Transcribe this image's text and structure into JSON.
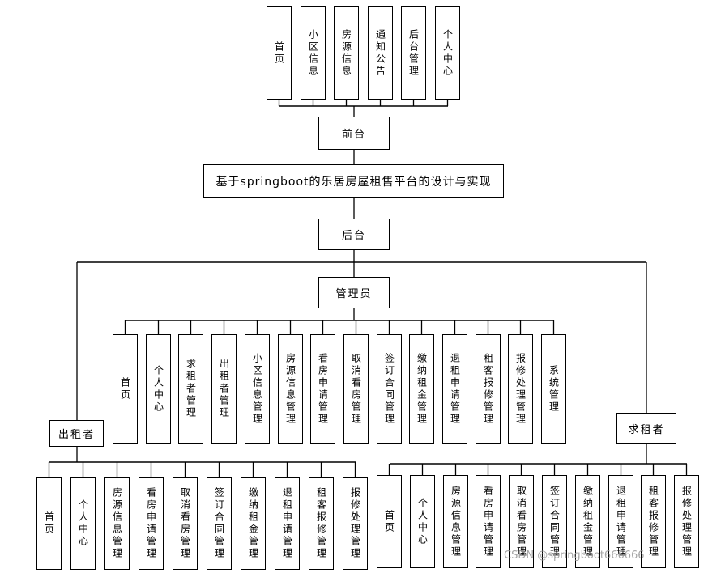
{
  "nodes": {
    "title": "基于springboot的乐居房屋租售平台的设计与实现",
    "frontend": "前台",
    "backend": "后台",
    "admin": "管理员",
    "landlord": "出租者",
    "tenant": "求租者"
  },
  "frontend_items": [
    "首页",
    "小区信息",
    "房源信息",
    "通知公告",
    "后台管理",
    "个人中心"
  ],
  "admin_items": [
    "首页",
    "个人中心",
    "求租者管理",
    "出租者管理",
    "小区信息管理",
    "房源信息管理",
    "看房申请管理",
    "取消看房管理",
    "签订合同管理",
    "缴纳租金管理",
    "退租申请管理",
    "租客报修管理",
    "报修处理管理",
    "系统管理"
  ],
  "landlord_items": [
    "首页",
    "个人中心",
    "房源信息管理",
    "看房申请管理",
    "取消看房管理",
    "签订合同管理",
    "缴纳租金管理",
    "退租申请管理",
    "租客报修管理",
    "报修处理管理"
  ],
  "tenant_items": [
    "首页",
    "个人中心",
    "房源信息管理",
    "看房申请管理",
    "取消看房管理",
    "签订合同管理",
    "缴纳租金管理",
    "退租申请管理",
    "租客报修管理",
    "报修处理管理"
  ],
  "watermark": "CSDN @springboot666666"
}
